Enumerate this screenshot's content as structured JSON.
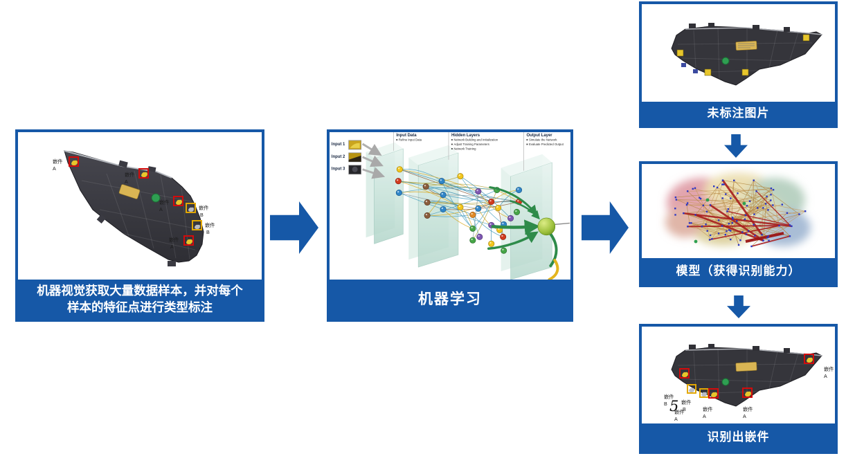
{
  "colors": {
    "accent_blue": "#1658a7",
    "marker_red": "#d40b0b",
    "marker_yellow": "#e2a703",
    "locator_green": "#2f9e52"
  },
  "flow": {
    "panel_labeled": {
      "caption": [
        "机器视觉获取大量数据样本，并对每个",
        "样本的特征点进行类型标注"
      ],
      "markers": [
        {
          "label": "嵌件",
          "type": "A"
        },
        {
          "label": "嵌件",
          "type": "A"
        },
        {
          "label": "嵌件",
          "type": "A"
        },
        {
          "label": "嵌件",
          "type": "B"
        },
        {
          "label": "嵌件",
          "type": "B"
        },
        {
          "label": "嵌件",
          "type": "A"
        }
      ]
    },
    "panel_ml": {
      "caption": "机器学习",
      "columns": [
        {
          "title": "Input Data",
          "bullets": [
            "Refine Input Data"
          ]
        },
        {
          "title": "Hidden Layers",
          "bullets": [
            "Network Building and Initialization",
            "Adjust Training Parameters",
            "Network Training"
          ]
        },
        {
          "title": "Output Layer",
          "bullets": [
            "Simulate the Network",
            "Evaluate Predicted Output"
          ]
        }
      ],
      "inputs": [
        "Input 1",
        "Input 2",
        "Input 3"
      ]
    },
    "panel_unlabeled": {
      "caption": "未标注图片"
    },
    "panel_model": {
      "caption": "模型（获得识别能力）"
    },
    "panel_recognized": {
      "caption": "识别出嵌件",
      "stray_mark": "5",
      "markers": [
        {
          "label": "嵌件",
          "type": "A"
        },
        {
          "label": "嵌件",
          "type": "B"
        },
        {
          "label": "嵌件",
          "type": "B"
        },
        {
          "label": "嵌件",
          "type": "A"
        },
        {
          "label": "嵌件",
          "type": "A"
        },
        {
          "label": "嵌件",
          "type": "A"
        }
      ]
    }
  }
}
